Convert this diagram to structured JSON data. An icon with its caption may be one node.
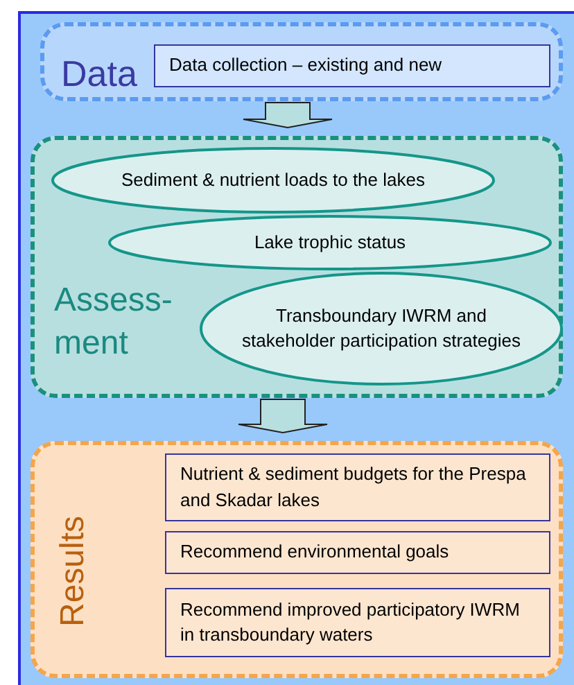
{
  "diagram": {
    "nodes": [
      {
        "text": [
          "Data"
        ]
      },
      {
        "text": [
          "Data collection – existing and new"
        ],
        "in": 0
      },
      {
        "text": [
          "Assess- ment"
        ]
      },
      {
        "text": [
          "Sediment & nutrient loads to the lakes"
        ],
        "in": 2
      },
      {
        "text": [
          "Lake trophic status"
        ],
        "in": 2
      },
      {
        "text": [
          "Transboundary IWRM and stakeholder participation strategies"
        ],
        "in": 2
      },
      {
        "text": [
          "Results"
        ]
      },
      {
        "text": [
          "Nutrient & sediment budgets for the Prespa and Skadar lakes"
        ],
        "in": 6
      },
      {
        "text": [
          "Recommend environmental goals"
        ],
        "in": 6
      },
      {
        "text": [
          "Recommend improved participatory IWRM in transboundary waters"
        ],
        "in": 6
      }
    ],
    "edges": [
      {
        "from": 0,
        "to": 2,
        "arrow": "to"
      },
      {
        "from": 2,
        "to": 6,
        "arrow": "to"
      }
    ]
  }
}
